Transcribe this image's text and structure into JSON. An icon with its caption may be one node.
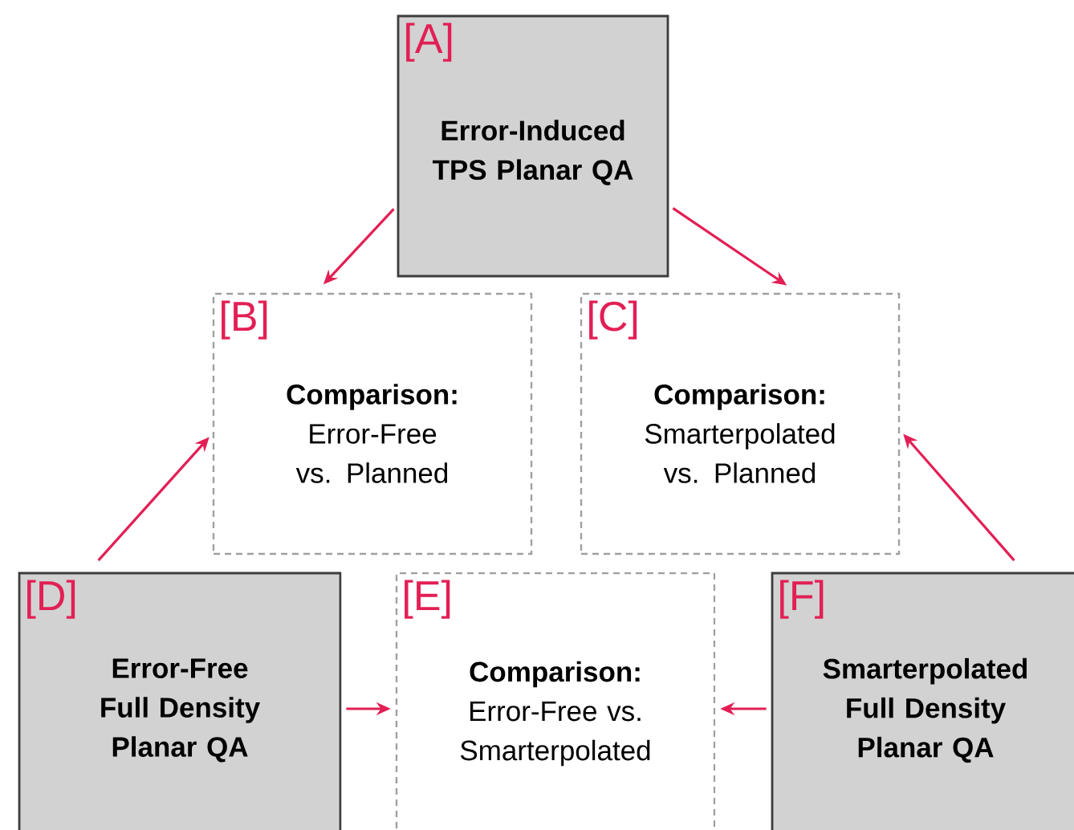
{
  "diagram": {
    "nodes": [
      {
        "text": [
          "[A]",
          "Error-Induced TPS Planar QA"
        ]
      },
      {
        "text": [
          "[B]",
          "**Comparison:** Error-Free vs. Planned"
        ]
      },
      {
        "text": [
          "[C]",
          "**Comparison:** Smarterpolated vs. Planned"
        ]
      },
      {
        "text": [
          "[D]",
          "Error-Free Full Density Planar QA"
        ]
      },
      {
        "text": [
          "[E]",
          "**Comparison:** Error-Free vs. Smarterpolated"
        ]
      },
      {
        "text": [
          "[F]",
          "Smarterpolated Full Density Planar QA"
        ]
      }
    ],
    "edges": [
      {
        "from": 0,
        "to": 1,
        "arrow": "to"
      },
      {
        "from": 0,
        "to": 2,
        "arrow": "to"
      },
      {
        "from": 3,
        "to": 1,
        "arrow": "to"
      },
      {
        "from": 5,
        "to": 2,
        "arrow": "to"
      },
      {
        "from": 3,
        "to": 4,
        "arrow": "to"
      },
      {
        "from": 5,
        "to": 4,
        "arrow": "to"
      }
    ]
  }
}
